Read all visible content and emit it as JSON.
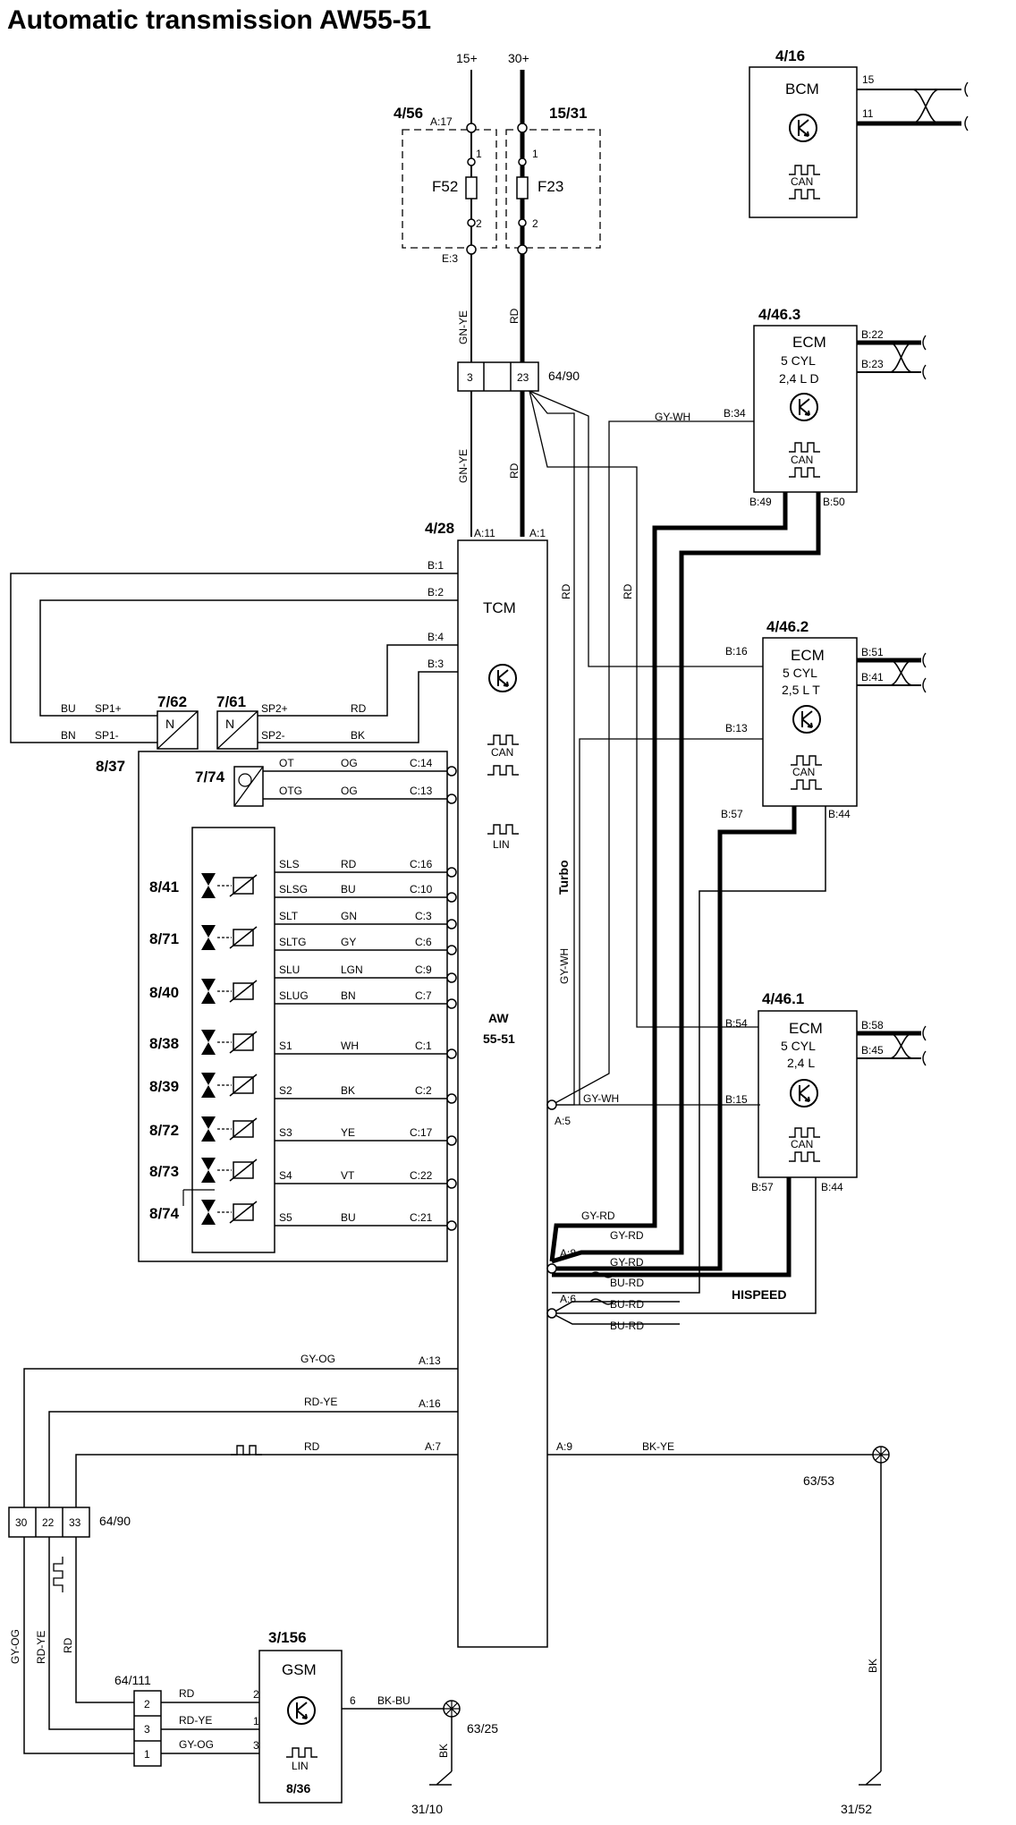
{
  "title": "Automatic transmission AW55-51",
  "colors": {
    "wire": "#000000",
    "background": "#ffffff"
  },
  "supply": {
    "terminal_15": "15+",
    "terminal_30": "30+"
  },
  "fuse_box_1": {
    "id": "4/56",
    "fuse": "F52",
    "pin_top": "A:17",
    "pin_bottom": "E:3",
    "p1": "1",
    "p2": "2"
  },
  "fuse_box_2": {
    "id": "15/31",
    "fuse": "F23",
    "p1": "1",
    "p2": "2"
  },
  "connector_top": {
    "id": "64/90",
    "pin_left": "3",
    "pin_right": "23"
  },
  "connector_bottom": {
    "id": "64/90",
    "pins": [
      "30",
      "22",
      "33"
    ]
  },
  "connector_gsm": {
    "id": "64/111",
    "pins": [
      "2",
      "3",
      "1"
    ]
  },
  "wire_colors": {
    "gn_ye": "GN-YE",
    "rd": "RD",
    "gy_wh": "GY-WH",
    "gy_rd": "GY-RD",
    "bu_rd": "BU-RD",
    "gy_og": "GY-OG",
    "rd_ye": "RD-YE",
    "bk_ye": "BK-YE",
    "bk_bu": "BK-BU",
    "bk": "BK",
    "bu": "BU",
    "bn": "BN"
  },
  "bcm": {
    "id": "4/16",
    "name": "BCM",
    "pin_15": "15",
    "pin_11": "11",
    "can": "CAN"
  },
  "ecm_463": {
    "id": "4/46.3",
    "name": "ECM",
    "line2": "5 CYL",
    "line3": "2,4 L D",
    "pins": {
      "b22": "B:22",
      "b23": "B:23",
      "b34": "B:34",
      "b49": "B:49",
      "b50": "B:50"
    },
    "can": "CAN"
  },
  "ecm_462": {
    "id": "4/46.2",
    "name": "ECM",
    "line2": "5 CYL",
    "line3": "2,5 L T",
    "pins": {
      "b51": "B:51",
      "b41": "B:41",
      "b16": "B:16",
      "b13": "B:13",
      "b57": "B:57",
      "b44": "B:44"
    },
    "can": "CAN"
  },
  "ecm_461": {
    "id": "4/46.1",
    "name": "ECM",
    "line2": "5 CYL",
    "line3": "2,4 L",
    "pins": {
      "b58": "B:58",
      "b45": "B:45",
      "b54": "B:54",
      "b15": "B:15",
      "b57": "B:57",
      "b44": "B:44"
    },
    "can": "CAN"
  },
  "tcm": {
    "id": "4/28",
    "name": "TCM",
    "model1": "AW",
    "model2": "55-51",
    "can": "CAN",
    "lin": "LIN",
    "pins": {
      "a11": "A:11",
      "a1": "A:1",
      "b1": "B:1",
      "b2": "B:2",
      "b4": "B:4",
      "b3": "B:3",
      "a5": "A:5",
      "a8": "A:8",
      "a6": "A:6",
      "a13": "A:13",
      "a16": "A:16",
      "a7": "A:7",
      "a9": "A:9"
    }
  },
  "speed_sensors": [
    {
      "id": "7/62",
      "symbol": "N",
      "p_plus": "SP1+",
      "p_minus": "SP1-",
      "c_plus": "BU",
      "c_minus": "BN"
    },
    {
      "id": "7/61",
      "symbol": "N",
      "p_plus": "SP2+",
      "p_minus": "SP2-",
      "c_plus": "RD",
      "c_minus": "BK"
    }
  ],
  "valve_body": {
    "id": "8/37"
  },
  "temp_sensor": {
    "id": "7/74",
    "pins": [
      {
        "name": "OT",
        "color": "OG",
        "pin": "C:14"
      },
      {
        "name": "OTG",
        "color": "OG",
        "pin": "C:13"
      }
    ]
  },
  "solenoid_rows": [
    {
      "name": "SLS",
      "color": "RD",
      "pin": "C:16"
    },
    {
      "name": "SLSG",
      "color": "BU",
      "pin": "C:10"
    },
    {
      "name": "SLT",
      "color": "GN",
      "pin": "C:3"
    },
    {
      "name": "SLTG",
      "color": "GY",
      "pin": "C:6"
    },
    {
      "name": "SLU",
      "color": "LGN",
      "pin": "C:9"
    },
    {
      "name": "SLUG",
      "color": "BN",
      "pin": "C:7"
    },
    {
      "name": "S1",
      "color": "WH",
      "pin": "C:1"
    },
    {
      "name": "S2",
      "color": "BK",
      "pin": "C:2"
    },
    {
      "name": "S3",
      "color": "YE",
      "pin": "C:17"
    },
    {
      "name": "S4",
      "color": "VT",
      "pin": "C:22"
    },
    {
      "name": "S5",
      "color": "BU",
      "pin": "C:21"
    }
  ],
  "solenoid_ids": [
    "8/41",
    "8/71",
    "8/40",
    "8/38",
    "8/39",
    "8/72",
    "8/73",
    "8/74"
  ],
  "labels": {
    "turbo": "Turbo",
    "hispeed": "HISPEED"
  },
  "grounds": {
    "g1": "63/53",
    "g2": "63/25",
    "e1": "31/10",
    "e2": "31/52"
  },
  "gsm": {
    "id": "3/156",
    "name": "GSM",
    "sub": "8/36",
    "lin": "LIN",
    "pins": {
      "p2": "2",
      "p1": "1",
      "p3": "3",
      "p6": "6"
    }
  }
}
